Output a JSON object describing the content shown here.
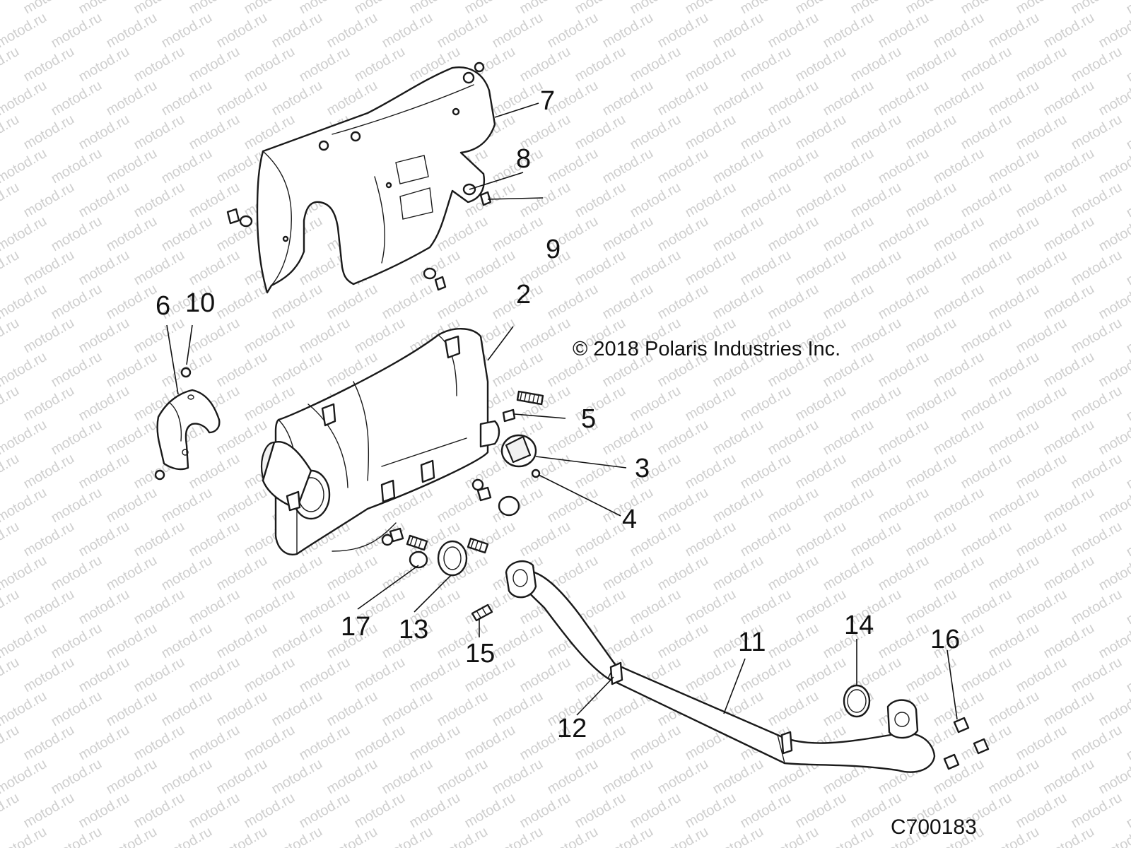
{
  "copyright": "© 2018 Polaris Industries Inc.",
  "figure_code": "C700183",
  "watermark": "motod.ru",
  "callouts": {
    "c2": "2",
    "c3": "3",
    "c4": "4",
    "c5": "5",
    "c6": "6",
    "c7": "7",
    "c8": "8",
    "c9": "9",
    "c10": "10",
    "c11": "11",
    "c12": "12",
    "c13": "13",
    "c14": "14",
    "c15": "15",
    "c16": "16",
    "c17": "17"
  },
  "colors": {
    "line": "#1a1a1a",
    "watermark": "#cfcfcf",
    "background": "#ffffff"
  }
}
